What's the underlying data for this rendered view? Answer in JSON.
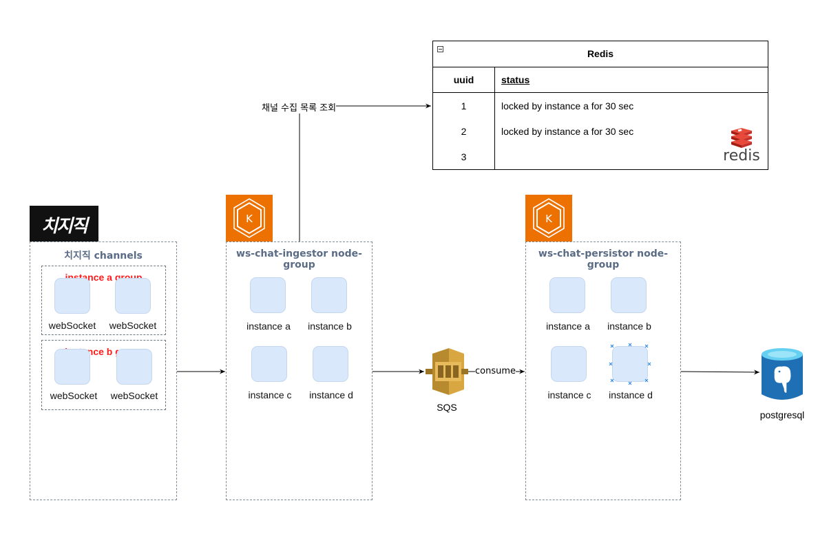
{
  "redis": {
    "title": "Redis",
    "headers": {
      "key": "uuid",
      "value": "status"
    },
    "rows": [
      {
        "uuid": "1",
        "status": "locked by instance a for 30 sec"
      },
      {
        "uuid": "2",
        "status": "locked by instance a for 30 sec"
      },
      {
        "uuid": "3",
        "status": ""
      }
    ],
    "logo_text": "redis"
  },
  "edges": {
    "lookup_label": "채널 수집 목록 조회",
    "consume_label": "consume"
  },
  "chzzk": {
    "logo_text": "치지직",
    "group_title": "치지직 channels",
    "subgroups": [
      {
        "title": "instance a group",
        "nodes": [
          "webSocket",
          "webSocket"
        ]
      },
      {
        "title": "instance b group",
        "nodes": [
          "webSocket",
          "webSocket"
        ]
      }
    ]
  },
  "ingestor": {
    "icon": "eks-icon",
    "group_title": "ws-chat-ingestor node-group",
    "nodes": [
      "instance a",
      "instance b",
      "instance c",
      "instance d"
    ]
  },
  "persistor": {
    "icon": "eks-icon",
    "group_title": "ws-chat-persistor node-group",
    "nodes": [
      "instance a",
      "instance b",
      "instance c",
      "instance d"
    ]
  },
  "sqs": {
    "label": "SQS",
    "icon": "sqs-icon"
  },
  "postgres": {
    "label": "postgresql",
    "icon": "postgresql-icon"
  },
  "colors": {
    "eks_orange": "#ed7100",
    "node_fill": "#dae8fc",
    "group_title": "#5a6b86",
    "subgroup_title": "#ff1a1a",
    "sqs_gold": "#d9a741",
    "postgres_blue": "#1f6fb5",
    "redis_red": "#d82c20"
  }
}
